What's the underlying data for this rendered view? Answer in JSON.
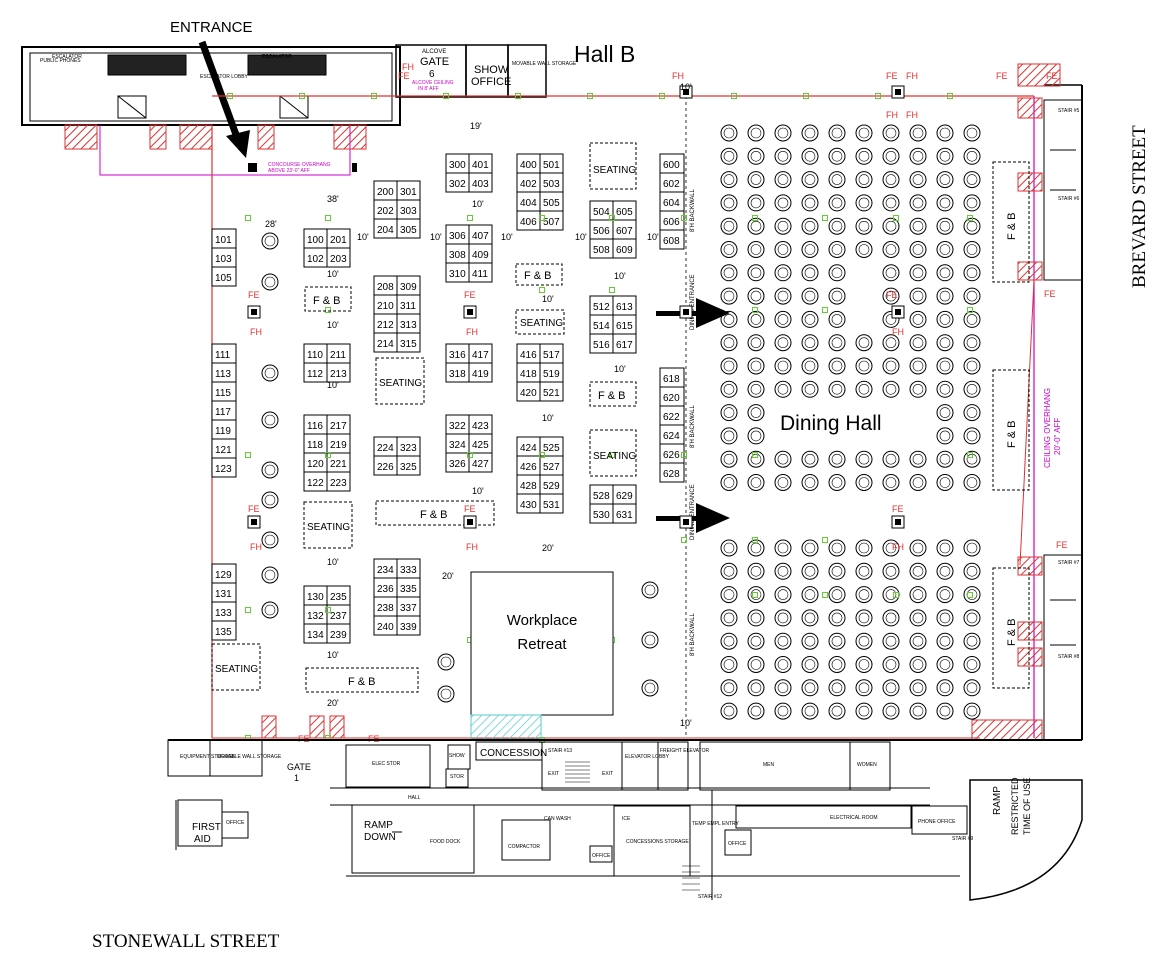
{
  "title": "Hall B",
  "labels": {
    "entrance": "ENTRANCE",
    "dining_hall": "Dining Hall",
    "workplace_retreat": [
      "Workplace",
      "Retreat"
    ],
    "concession": "CONCESSION",
    "street_bottom": "STONEWALL STREET",
    "street_right": "BREVARD STREET",
    "show_office": [
      "SHOW",
      "OFFICE"
    ],
    "gate_top": [
      "GATE",
      "6"
    ],
    "alcove": "ALCOVE",
    "gate_bottom": [
      "GATE",
      "1"
    ],
    "first_aid": [
      "FIRST",
      "AID"
    ],
    "ramp_down": [
      "RAMP",
      "DOWN"
    ],
    "ramp_right": "RAMP",
    "restricted": [
      "RESTRICTED",
      "TIME OF USE"
    ],
    "ceiling_overhang": [
      "CEILING OVERHANG",
      "20'-0\" AFF"
    ],
    "concourse_overhang": [
      "CONCOURSE OVERHANG",
      "ABOVE 23'-0\" AFF"
    ],
    "alcove_ceiling": [
      "ALCOVE CEILING",
      "IN 8' AFF"
    ],
    "backwall": "8'H BACKWALL",
    "dining_entrance": "DINING ENTRANCE",
    "fe": "FE",
    "fh": "FH",
    "fnb": "F & B",
    "seating": "SEATING",
    "small": {
      "escalator": "ESCALATOR",
      "escalator_lobby": "ESCALATOR LOBBY",
      "public_phones": "PUBLIC PHONES",
      "movable_wall": "MOVABLE WALL STORAGE",
      "equipment_storage": "EQUIPMENT STORAGE",
      "elec_stor": "ELEC STOR",
      "stor": "STOR",
      "exit": "EXIT",
      "stair_13": "STAIR #13",
      "elevator_lobby": "ELEVATOR LOBBY",
      "freight": "FREIGHT ELEVATOR",
      "men": "MEN",
      "women": "WOMEN",
      "hall": "HALL",
      "food_dock": "FOOD DOCK",
      "can_wash": "CAN WASH",
      "ice": "ICE",
      "compactor": "COMPACTOR",
      "office": "OFFICE",
      "concessions_storage": "CONCESSIONS STORAGE",
      "temp_empl": "TEMP EMPL ENTRY",
      "electrical_room": "ELECTRICAL ROOM",
      "phone_office": "PHONE OFFICE",
      "stair_9": "STAIR #9",
      "stair_12": "STAIR #12",
      "stair_5": "STAIR #5",
      "stair_6": "STAIR #6",
      "stair_7": "STAIR #7",
      "stair_8": "STAIR #8"
    }
  },
  "aisle_widths": {
    "w19": "19'",
    "w38": "38'",
    "w28": "28'",
    "w10": "10'",
    "w20": "20'"
  },
  "booths": {
    "c100": [
      "100",
      "201",
      "102",
      "203"
    ],
    "c101": [
      "101",
      "103",
      "105"
    ],
    "c111": [
      "111",
      "113",
      "115",
      "117",
      "119",
      "121",
      "123"
    ],
    "c110": [
      "110",
      "211",
      "112",
      "213"
    ],
    "c116": [
      "116",
      "217",
      "118",
      "219",
      "120",
      "221",
      "122",
      "223"
    ],
    "c129": [
      "129",
      "131",
      "133",
      "135"
    ],
    "c130": [
      "130",
      "235",
      "132",
      "237",
      "134",
      "239"
    ],
    "c200": [
      "200",
      "301",
      "202",
      "303",
      "204",
      "305"
    ],
    "c208": [
      "208",
      "309",
      "210",
      "311",
      "212",
      "313",
      "214",
      "315"
    ],
    "c224": [
      "224",
      "323",
      "226",
      "325"
    ],
    "c234": [
      "234",
      "333",
      "236",
      "335",
      "238",
      "337",
      "240",
      "339"
    ],
    "c300": [
      "300",
      "401",
      "302",
      "403"
    ],
    "c306": [
      "306",
      "407",
      "308",
      "409",
      "310",
      "411"
    ],
    "c316": [
      "316",
      "417",
      "318",
      "419"
    ],
    "c322": [
      "322",
      "423",
      "324",
      "425",
      "326",
      "427"
    ],
    "c400": [
      "400",
      "501",
      "402",
      "503",
      "404",
      "505",
      "406",
      "507"
    ],
    "c416": [
      "416",
      "517",
      "418",
      "519",
      "420",
      "521"
    ],
    "c424": [
      "424",
      "525",
      "426",
      "527",
      "428",
      "529",
      "430",
      "531"
    ],
    "c504": [
      "504",
      "605",
      "506",
      "607",
      "508",
      "609"
    ],
    "c512": [
      "512",
      "613",
      "514",
      "615",
      "516",
      "617"
    ],
    "c528": [
      "528",
      "629",
      "530",
      "631"
    ],
    "c600": [
      "600",
      "602",
      "604",
      "606",
      "608"
    ],
    "c618": [
      "618",
      "620",
      "622",
      "624",
      "626",
      "628"
    ]
  }
}
